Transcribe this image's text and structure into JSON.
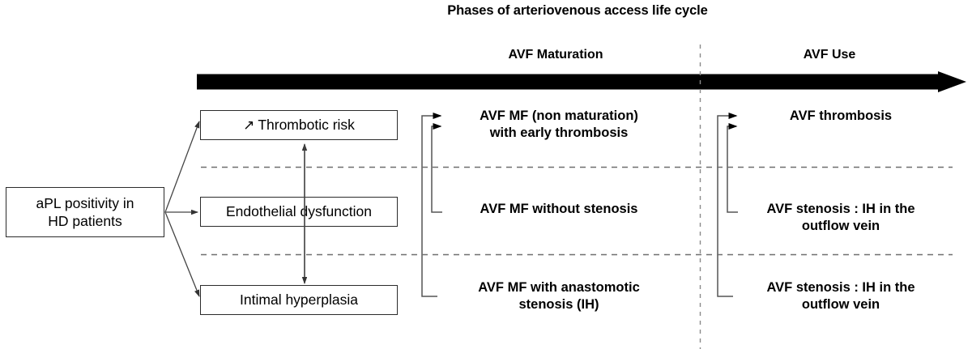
{
  "figure": {
    "title": "Phases of arteriovenous access life cycle",
    "columns": [
      {
        "id": "maturation",
        "label": "AVF Maturation"
      },
      {
        "id": "use",
        "label": "AVF Use"
      }
    ],
    "timeline": {
      "name": "life-cycle-timeline-arrow",
      "direction": "left-to-right",
      "color": "#000000"
    },
    "source_box": {
      "label": "aPL positivity in\nHD patients",
      "line1": "aPL positivity in",
      "line2": "HD patients"
    },
    "mechanism_boxes": [
      {
        "id": "thrombotic-risk",
        "icon": "increase-arrow-icon",
        "icon_glyph": "↗",
        "label": "Thrombotic risk"
      },
      {
        "id": "endothelial-dysfunction",
        "icon": null,
        "icon_glyph": "",
        "label": "Endothelial dysfunction"
      },
      {
        "id": "intimal-hyperplasia",
        "icon": null,
        "icon_glyph": "",
        "label": "Intimal hyperplasia"
      }
    ],
    "outcomes": {
      "maturation": [
        {
          "id": "mat-row-1",
          "line1": "AVF MF (non maturation)",
          "line2": "with early thrombosis"
        },
        {
          "id": "mat-row-2",
          "line1": "AVF MF without stenosis",
          "line2": ""
        },
        {
          "id": "mat-row-3",
          "line1": "AVF MF with anastomotic",
          "line2": "stenosis (IH)"
        }
      ],
      "use": [
        {
          "id": "use-row-1",
          "line1": "AVF thrombosis",
          "line2": ""
        },
        {
          "id": "use-row-2",
          "line1": "AVF stenosis : IH in the",
          "line2": "outflow vein"
        },
        {
          "id": "use-row-3",
          "line1": "AVF stenosis : IH in the",
          "line2": "outflow vein"
        }
      ]
    },
    "dividers": {
      "horizontal_dashed_rows": 2,
      "vertical_dashed_column_split": 1,
      "color": "#6f6f6f"
    },
    "colors": {
      "background": "#ffffff",
      "text": "#000000",
      "box_border": "#2b2b2b",
      "connector": "#555555",
      "timeline": "#000000",
      "divider": "#7a7a7a"
    }
  }
}
